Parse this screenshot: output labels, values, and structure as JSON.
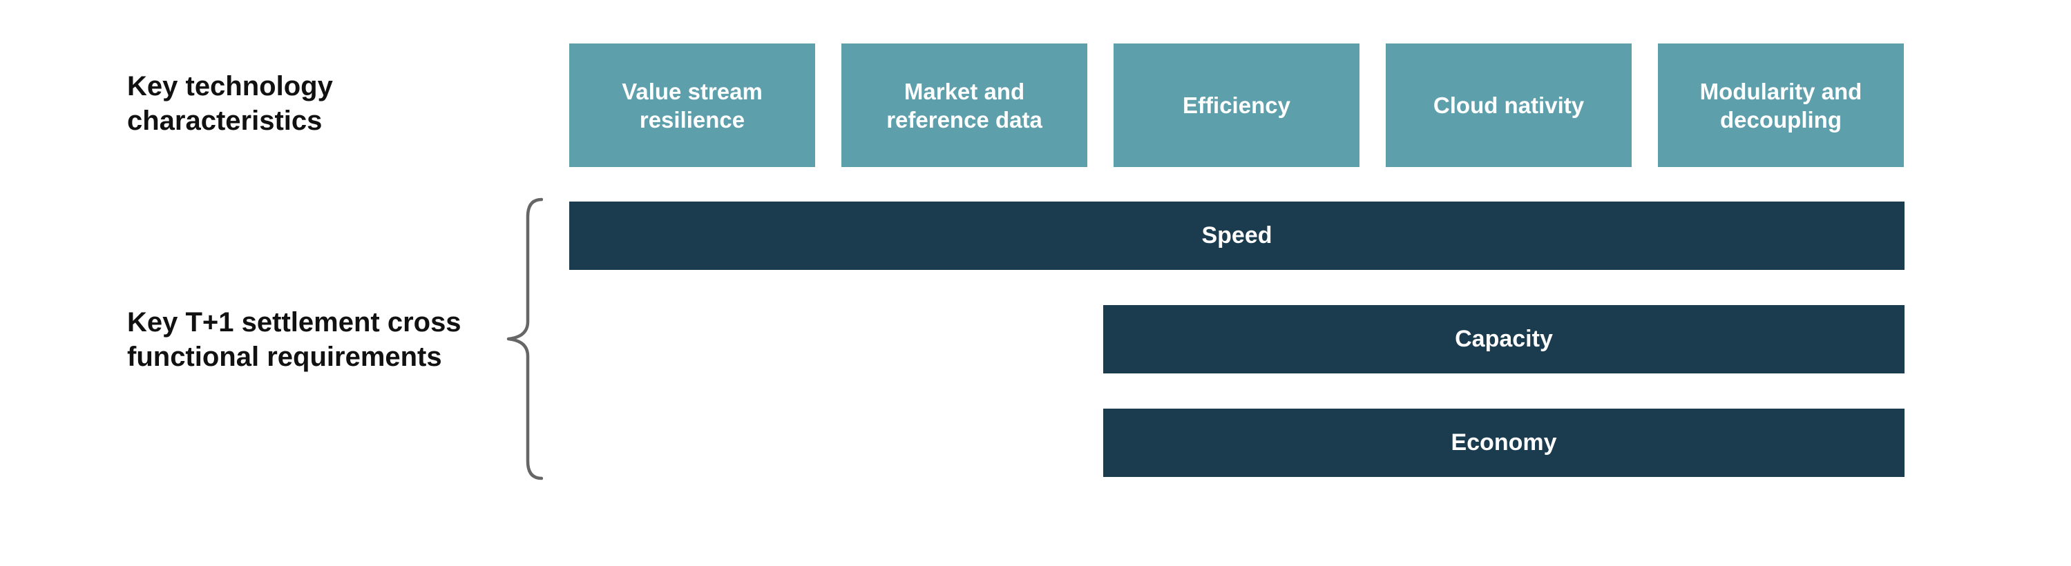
{
  "colors": {
    "tile_fill": "#5e9fac",
    "bar_fill": "#1b3b4e",
    "brace_stroke": "#666666"
  },
  "labels": {
    "technology": [
      "Key technology",
      "characteristics"
    ],
    "requirements": [
      "Key T+1 settlement cross",
      "functional requirements"
    ]
  },
  "characteristics": [
    {
      "lines": [
        "Value stream",
        "resilience"
      ]
    },
    {
      "lines": [
        "Market and",
        "reference data"
      ]
    },
    {
      "lines": [
        "Efficiency"
      ]
    },
    {
      "lines": [
        "Cloud nativity"
      ]
    },
    {
      "lines": [
        "Modularity and",
        "decoupling"
      ]
    }
  ],
  "requirements": [
    {
      "label": "Speed"
    },
    {
      "label": "Capacity"
    },
    {
      "label": "Economy"
    }
  ]
}
